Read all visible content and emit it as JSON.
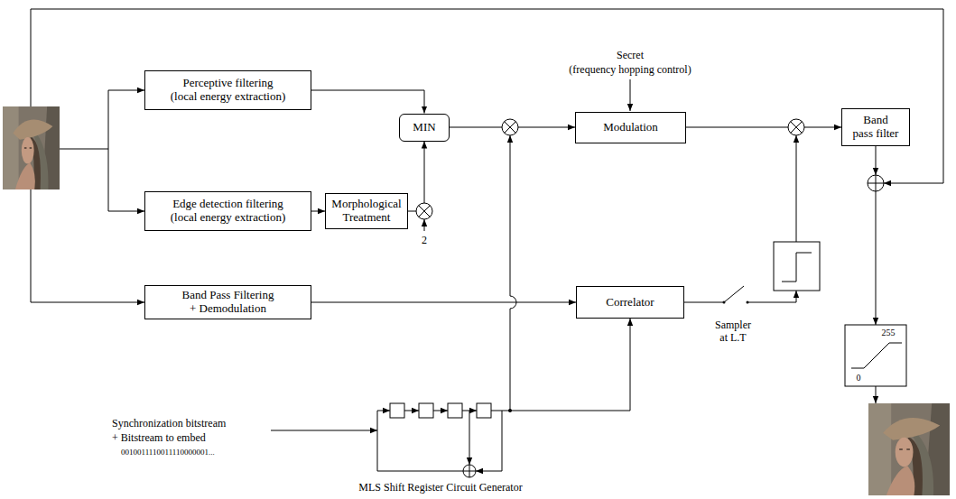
{
  "diagram": {
    "nodes": [
      {
        "text": [
          "Perceptive filtering (local energy extraction)"
        ]
      },
      {
        "text": [
          "MIN"
        ]
      },
      {
        "text": [
          "Modulation"
        ]
      },
      {
        "text": [
          "Band pass filter"
        ]
      },
      {
        "text": [
          "Edge detection filtering (local energy extraction)"
        ]
      },
      {
        "text": [
          "Morphological Treatment"
        ]
      },
      {
        "text": [
          "Band Pass Filtering + Demodulation"
        ]
      },
      {
        "text": [
          "Correlator"
        ]
      }
    ],
    "edges": [
      {
        "from": 0,
        "to": 1,
        "arrow": "to"
      },
      {
        "from": 4,
        "to": 5,
        "arrow": "to"
      },
      {
        "from": 5,
        "to": 1,
        "arrow": "to"
      },
      {
        "from": 1,
        "to": 2,
        "arrow": "to"
      },
      {
        "from": 2,
        "to": 3,
        "arrow": "to"
      },
      {
        "from": 6,
        "to": 7,
        "arrow": "to"
      }
    ],
    "labels": [
      "Secret",
      "(frequency hopping control)",
      "2",
      "Sampler at L.T",
      "255",
      "0",
      "Synchronization bitstream",
      "+ Bitstream to embed",
      "0010011110011110000001...",
      "MLS Shift Register Circuit Generator"
    ]
  }
}
